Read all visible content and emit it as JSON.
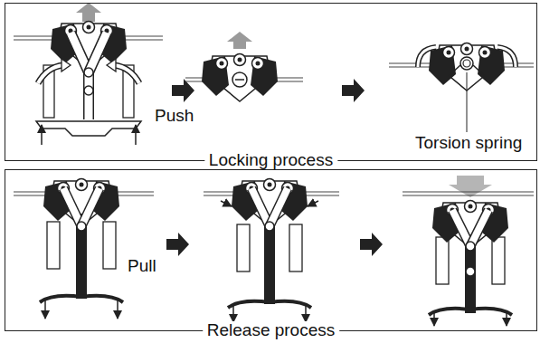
{
  "diagram": {
    "nodes": [
      {
        "text": [
          "Locking process"
        ]
      },
      {
        "text": [
          "Release process"
        ]
      }
    ],
    "labels": [
      "Push",
      "Torsion spring",
      "Pull"
    ]
  }
}
